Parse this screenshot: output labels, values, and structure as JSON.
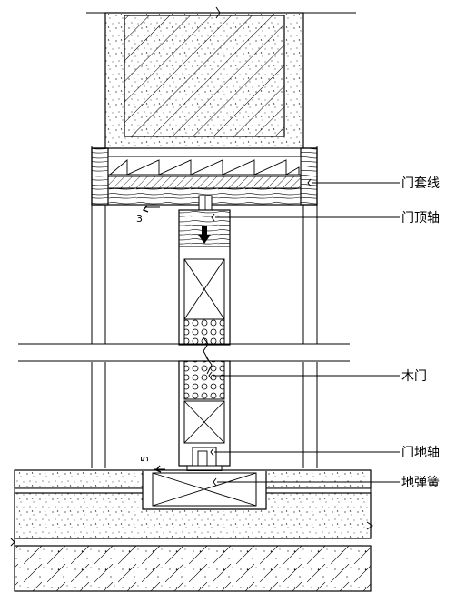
{
  "callouts": {
    "door_casing": "门套线",
    "door_top_pivot": "门顶轴",
    "wood_door": "木门",
    "door_floor_pivot": "门地轴",
    "floor_spring": "地弹簧"
  },
  "dimensions": {
    "top_gap": "3",
    "bottom_gap": "5"
  }
}
